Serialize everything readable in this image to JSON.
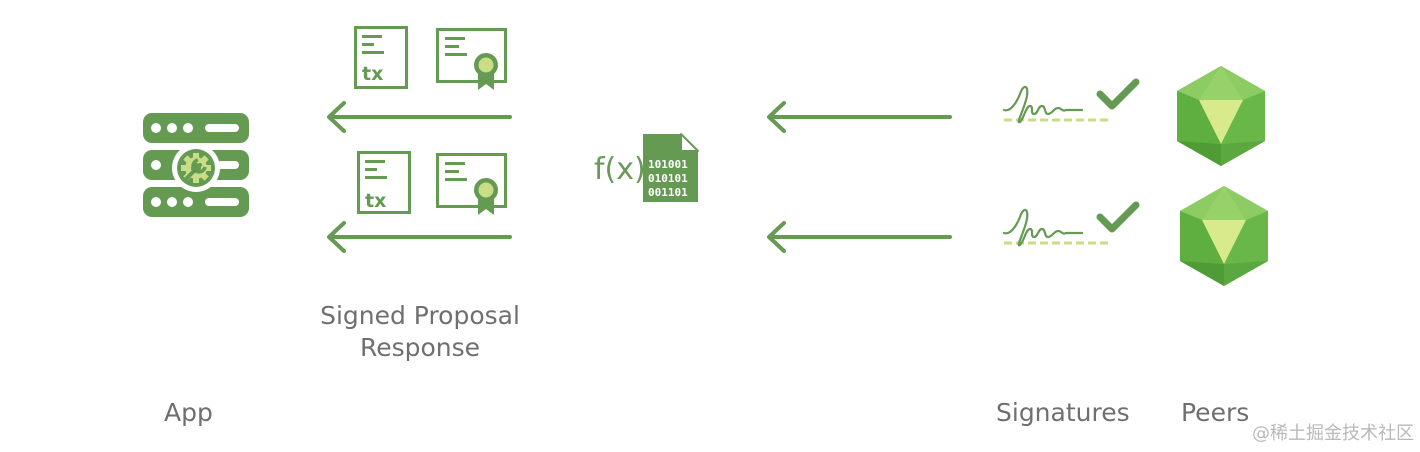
{
  "labels": {
    "app": "App",
    "response_line1": "Signed Proposal",
    "response_line2": "Response",
    "signatures": "Signatures",
    "peers": "Peers"
  },
  "chaincode": {
    "fx": "f(x)",
    "binary_rows": [
      "101001",
      "010101",
      "001101"
    ]
  },
  "document_text": "tx",
  "watermark": "@稀土掘金技术社区",
  "colors": {
    "primary_green": "#659a53",
    "light_green": "#c8dd86",
    "crystal_green": "#74c04f",
    "label_gray": "#6f6f6f"
  }
}
